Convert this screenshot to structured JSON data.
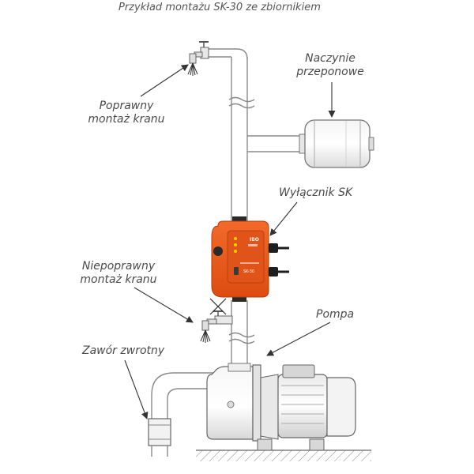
{
  "title": "Przykład montażu SK-30 ze zbiornikiem",
  "labels": {
    "tank_line1": "Naczynie",
    "tank_line2": "przeponowe",
    "correct_tap_line1": "Poprawny",
    "correct_tap_line2": "montaż kranu",
    "switch": "Wyłącznik SK",
    "incorrect_tap_line1": "Niepoprawny",
    "incorrect_tap_line2": "montaż kranu",
    "pump": "Pompa",
    "check_valve": "Zawór zwrotny"
  },
  "device": {
    "brand": "IBO",
    "model": "SK-30"
  },
  "colors": {
    "device_orange": "#ef5a1c",
    "pipe_stroke": "#8a8a8a",
    "text": "#4a4a4a"
  }
}
